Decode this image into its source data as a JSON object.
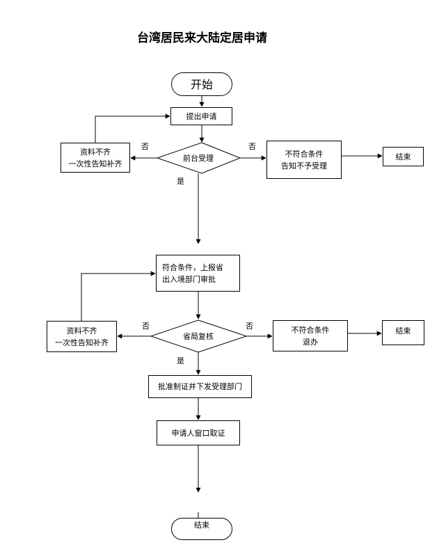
{
  "title": "台湾居民来大陆定居申请",
  "nodes": {
    "start": "开始",
    "submit": "提出申请",
    "docs_incomplete_1": "资料不齐\n一次性告知补齐",
    "front_desk": "前台受理",
    "not_qualified_1": "不符合条件\n告知不予受理",
    "end_1": "结束",
    "qualified_report": "符合条件，上报省\n出入境部门审批",
    "docs_incomplete_2": "资料不齐\n一次性告知补齐",
    "provincial_review": "省局复核",
    "not_qualified_2": "不符合条件\n退办",
    "end_2": "结束",
    "approve_issue": "批准制证并下发受理部门",
    "pickup": "申请人窗口取证",
    "end_final": "结束"
  },
  "edge_labels": {
    "no_left_1": "否",
    "no_right_1": "否",
    "yes_1": "是",
    "no_left_2": "否",
    "no_right_2": "否",
    "yes_2": "是"
  }
}
